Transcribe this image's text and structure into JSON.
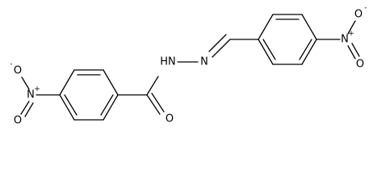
{
  "molecule": {
    "atoms": {
      "o_nitro_left_minus": {
        "symbol": "O",
        "charge": "-"
      },
      "n_nitro_left": {
        "symbol": "N",
        "charge": "+"
      },
      "o_nitro_left_double": {
        "symbol": "O"
      },
      "o_carbonyl": {
        "symbol": "O"
      },
      "hydrazide_nh": {
        "symbol": "HN"
      },
      "hydrazone_n": {
        "symbol": "N"
      },
      "n_nitro_right": {
        "symbol": "N",
        "charge": "+"
      },
      "o_nitro_right_minus": {
        "symbol": "O",
        "charge": "-"
      },
      "o_nitro_right_double": {
        "symbol": "O"
      }
    }
  }
}
